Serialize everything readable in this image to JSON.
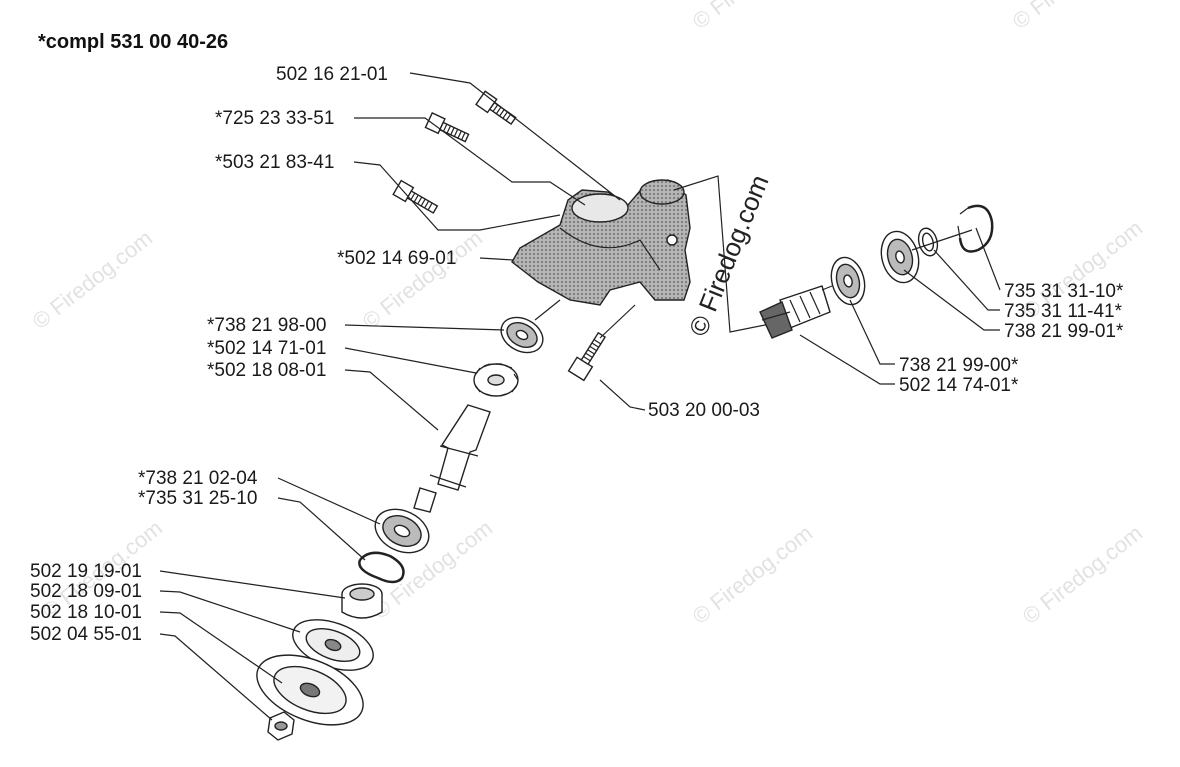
{
  "title": "*compl 531 00 40-26",
  "watermark": "© Firedog.com",
  "colors": {
    "ink": "#222222",
    "watermark": "#e2e2e2",
    "housing": "#9a9a9a"
  },
  "labels": {
    "l1": "502 16 21-01",
    "l2": "*725 23 33-51",
    "l3": "*503 21 83-41",
    "l4": "*502 14 69-01",
    "l5": "*738 21 98-00",
    "l6": "*502 14 71-01",
    "l7": "*502 18 08-01",
    "l8": "503 20 00-03",
    "l9": "*738 21 02-04",
    "l10": "*735 31 25-10",
    "l11": "502 19 19-01",
    "l12": "502 18 09-01",
    "l13": "502 18 10-01",
    "l14": "502 04 55-01",
    "r1": "735 31 31-10*",
    "r2": "735 31 11-41*",
    "r3": "738 21 99-01*",
    "r4": "738 21 99-00*",
    "r5": "502 14 74-01*"
  }
}
